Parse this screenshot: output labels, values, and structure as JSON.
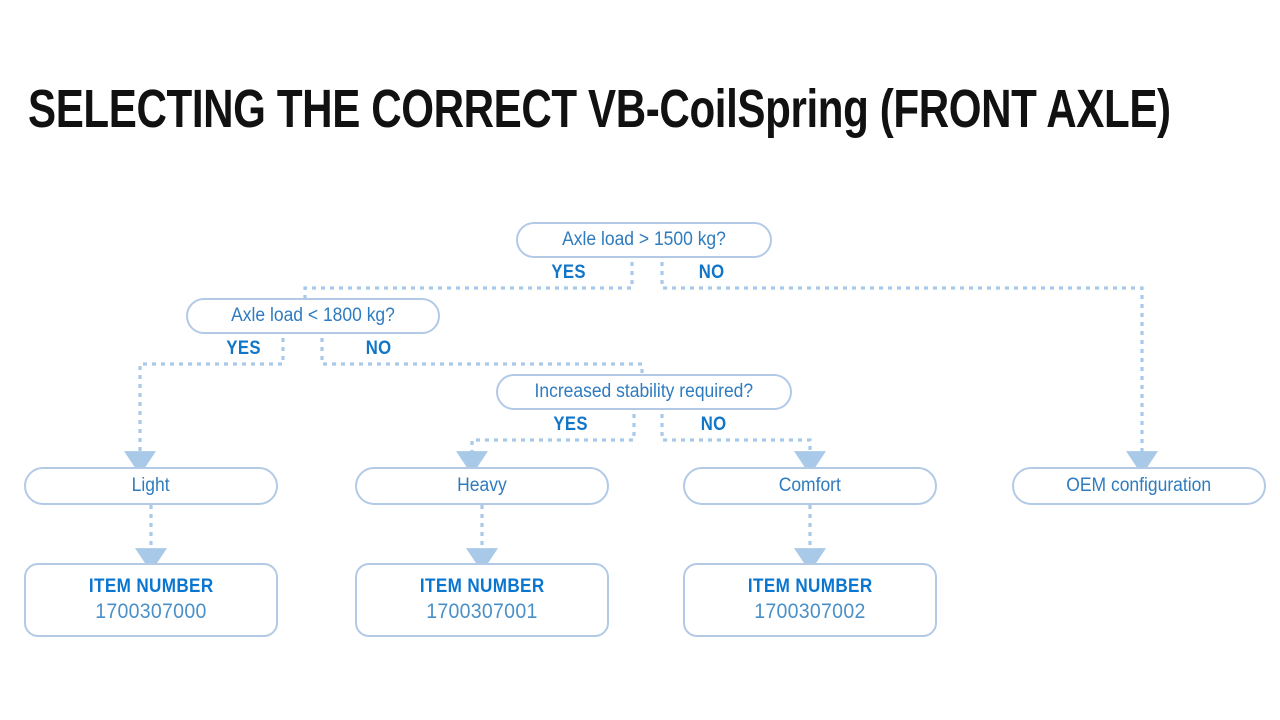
{
  "page": {
    "title": "SELECTING THE CORRECT VB-CoilSpring (FRONT AXLE)",
    "background_color": "#ffffff"
  },
  "colors": {
    "node_border": "#b3cae6",
    "node_text": "#2e7bbf",
    "branch_label": "#1276c8",
    "item_label": "#0b76cf",
    "item_value": "#4a90c8",
    "connector": "#a9c9e8",
    "title": "#111111"
  },
  "flowchart": {
    "type": "decision-tree",
    "decisions": [
      {
        "id": "d1",
        "question": "Axle load > 1500 kg?",
        "yes_label": "YES",
        "no_label": "NO",
        "yes_target": "d2",
        "no_target": "r4"
      },
      {
        "id": "d2",
        "question": "Axle load < 1800 kg?",
        "yes_label": "YES",
        "no_label": "NO",
        "yes_target": "r1",
        "no_target": "d3"
      },
      {
        "id": "d3",
        "question": "Increased stability required?",
        "yes_label": "YES",
        "no_label": "NO",
        "yes_target": "r2",
        "no_target": "r3"
      }
    ],
    "results": [
      {
        "id": "r1",
        "label": "Light"
      },
      {
        "id": "r2",
        "label": "Heavy"
      },
      {
        "id": "r3",
        "label": "Comfort"
      },
      {
        "id": "r4",
        "label": "OEM configuration"
      }
    ],
    "items": [
      {
        "id": "i1",
        "heading": "ITEM NUMBER",
        "number": "1700307000",
        "from": "r1"
      },
      {
        "id": "i2",
        "heading": "ITEM NUMBER",
        "number": "1700307001",
        "from": "r2"
      },
      {
        "id": "i3",
        "heading": "ITEM NUMBER",
        "number": "1700307002",
        "from": "r3"
      }
    ]
  }
}
